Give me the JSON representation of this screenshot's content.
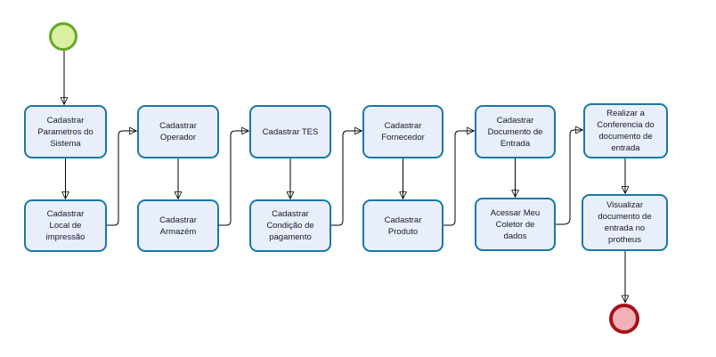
{
  "palette": {
    "background": "#ffffff",
    "task_fill": "#e9eefb",
    "task_border": "#1878a6",
    "task_text": "#18182f",
    "start_fill": "#d9f0a1",
    "start_border": "#64a829",
    "end_fill": "#f0b2b7",
    "end_border": "#a41318",
    "connector": "#000000"
  },
  "events": {
    "start": {
      "id": "start",
      "type": "start-event"
    },
    "end": {
      "id": "end",
      "type": "end-event"
    }
  },
  "nodes": [
    {
      "id": "n1",
      "label": "Cadastrar\nParametros do\nSistema"
    },
    {
      "id": "n2",
      "label": "Cadastrar\nOperador"
    },
    {
      "id": "n3",
      "label": "Cadastrar TES"
    },
    {
      "id": "n4",
      "label": "Cadastrar\nFornecedor"
    },
    {
      "id": "n5",
      "label": "Cadastrar\nDocumento de\nEntrada"
    },
    {
      "id": "n6",
      "label": "Realizar a\nConferencia do\ndocumento de\nentrada"
    },
    {
      "id": "n7",
      "label": "Cadastrar\nLocal de\nimpressão"
    },
    {
      "id": "n8",
      "label": "Cadastrar\nArmazém"
    },
    {
      "id": "n9",
      "label": "Cadastrar\nCondição de\npagamento"
    },
    {
      "id": "n10",
      "label": "Cadastrar\nProduto"
    },
    {
      "id": "n11",
      "label": "Acessar Meu\nColetor de\ndados"
    },
    {
      "id": "n12",
      "label": "Visualizar\ndocumento de\nentrada no\nprotheus"
    }
  ],
  "flow": [
    "start",
    "n1",
    "n7",
    "n2",
    "n8",
    "n3",
    "n9",
    "n4",
    "n10",
    "n5",
    "n11",
    "n6",
    "n12",
    "end"
  ]
}
